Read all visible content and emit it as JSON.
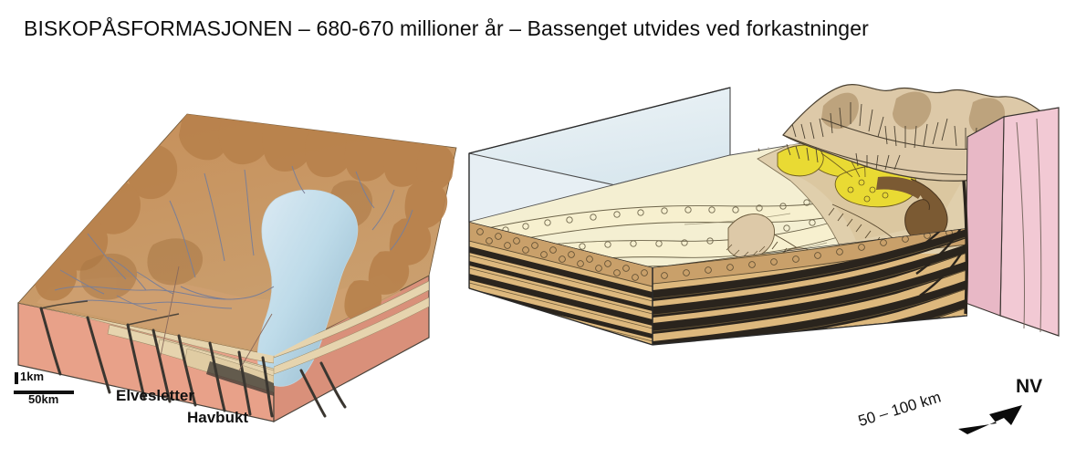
{
  "title": "BISKOPÅSFORMASJONEN – 680-670 millioner år – Bassenget utvides ved forkastninger",
  "left_block": {
    "name": "left-block-diagram",
    "scale": {
      "vertical_label": "1km",
      "horizontal_label": "50km"
    },
    "labels": [
      {
        "id": "elvesletter",
        "text": "Elvesletter"
      },
      {
        "id": "havbukt",
        "text": "Havbukt"
      }
    ],
    "colors": {
      "terrain_upland": "#c08e5c",
      "terrain_light": "#cfa071",
      "terrain_shadow": "#a97744",
      "basement_face": "#e8a189",
      "basement_face_dark": "#d9907a",
      "sediment_band": "#e6d4ae",
      "water_pale": "#dceaf3",
      "water_deep": "#a9cadb",
      "fault_line": "#3a3630",
      "river_line": "#7b7f96"
    }
  },
  "right_block": {
    "name": "right-block-diagram",
    "labels": [
      {
        "id": "distance",
        "text": "50 – 100 km"
      },
      {
        "id": "direction",
        "text": "NV"
      }
    ],
    "direction_arrow": "northwest-arrow-icon",
    "colors": {
      "water_surface": "#dfeaf0",
      "basin_floor": "#f4efd2",
      "fan_yellow": "#e9da33",
      "mountain_tan": "#ddc9a8",
      "mountain_shadow": "#a98a62",
      "strata_tan": "#ddb87d",
      "strata_dark": "#2a241d",
      "conglomerate": "#c9a06a",
      "basement_pink": "#f2c9d4",
      "channel_brown": "#7b5a33",
      "outline": "#2b2b2b"
    }
  }
}
